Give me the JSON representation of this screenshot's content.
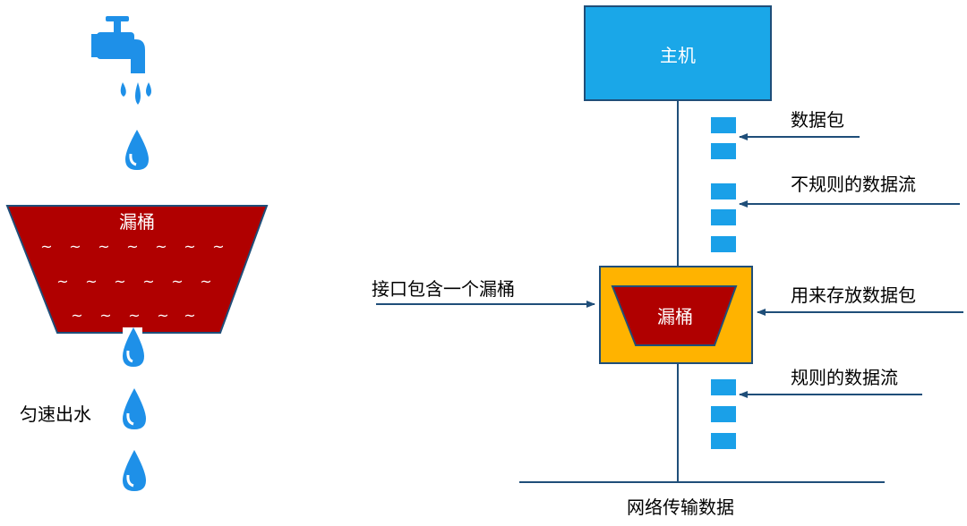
{
  "colors": {
    "water": "#1E90E8",
    "bucket_red": "#B00000",
    "host_blue": "#1AA7E8",
    "interface_orange": "#FFB300",
    "packet_blue": "#1AA0E8",
    "arrow_blue": "#1F4E79",
    "line": "#1F4E79"
  },
  "left": {
    "faucet_icon": "faucet-icon",
    "bucket_label": "漏桶",
    "bucket_waves": "~",
    "output_label": "匀速出水"
  },
  "right": {
    "host_label": "主机",
    "packet_label": "数据包",
    "irregular_flow_label": "不规则的数据流",
    "interface_label": "接口包含一个漏桶",
    "inner_bucket_label": "漏桶",
    "store_label": "用来存放数据包",
    "regular_flow_label": "规则的数据流",
    "network_label": "网络传输数据"
  }
}
